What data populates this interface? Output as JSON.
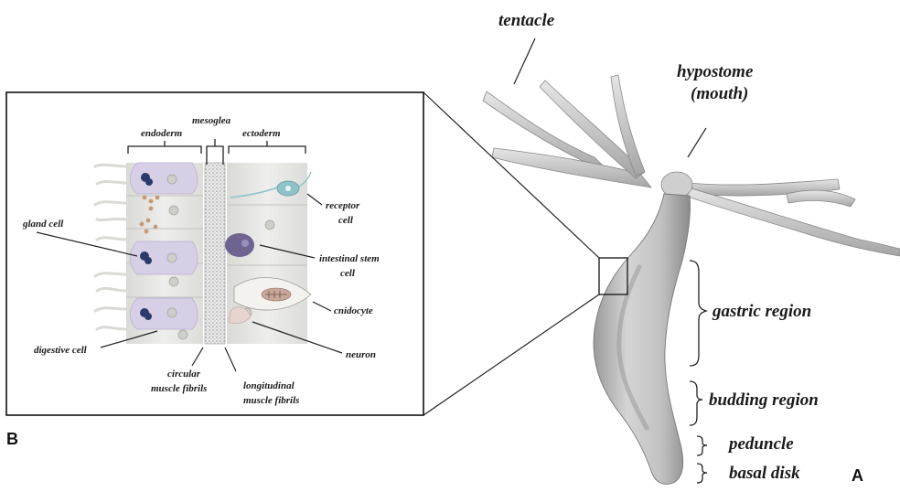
{
  "panel_letters": {
    "a": "A",
    "b": "B"
  },
  "hydra_labels": {
    "tentacle": "tentacle",
    "hypostome_line1": "hypostome",
    "hypostome_line2": "(mouth)",
    "gastric_region": "gastric region",
    "budding_region": "budding region",
    "peduncle": "peduncle",
    "basal_disk": "basal disk"
  },
  "inset_labels": {
    "mesoglea": "mesoglea",
    "endoderm": "endoderm",
    "ectoderm": "ectoderm",
    "receptor_cell_line1": "receptor",
    "receptor_cell_line2": "cell",
    "gland_cell": "gland cell",
    "intestinal_stem_cell_line1": "intestinal stem",
    "intestinal_stem_cell_line2": "cell",
    "cnidocyte": "cnidocyte",
    "digestive_cell": "digestive cell",
    "neuron": "neuron",
    "circular_line1": "circular",
    "circular_line2": "muscle fibrils",
    "longitudinal_line1": "longitudinal",
    "longitudinal_line2": "muscle fibrils"
  },
  "colors": {
    "body": "#c9c9c9",
    "body_dark": "#8e8e8e",
    "cell_purple": "#d7cfe6",
    "cell_grey": "#e3e3e0",
    "nucleus_dark": "#2c3a6b",
    "stem_cell": "#6f6392",
    "receptor": "#8ec3c9"
  }
}
